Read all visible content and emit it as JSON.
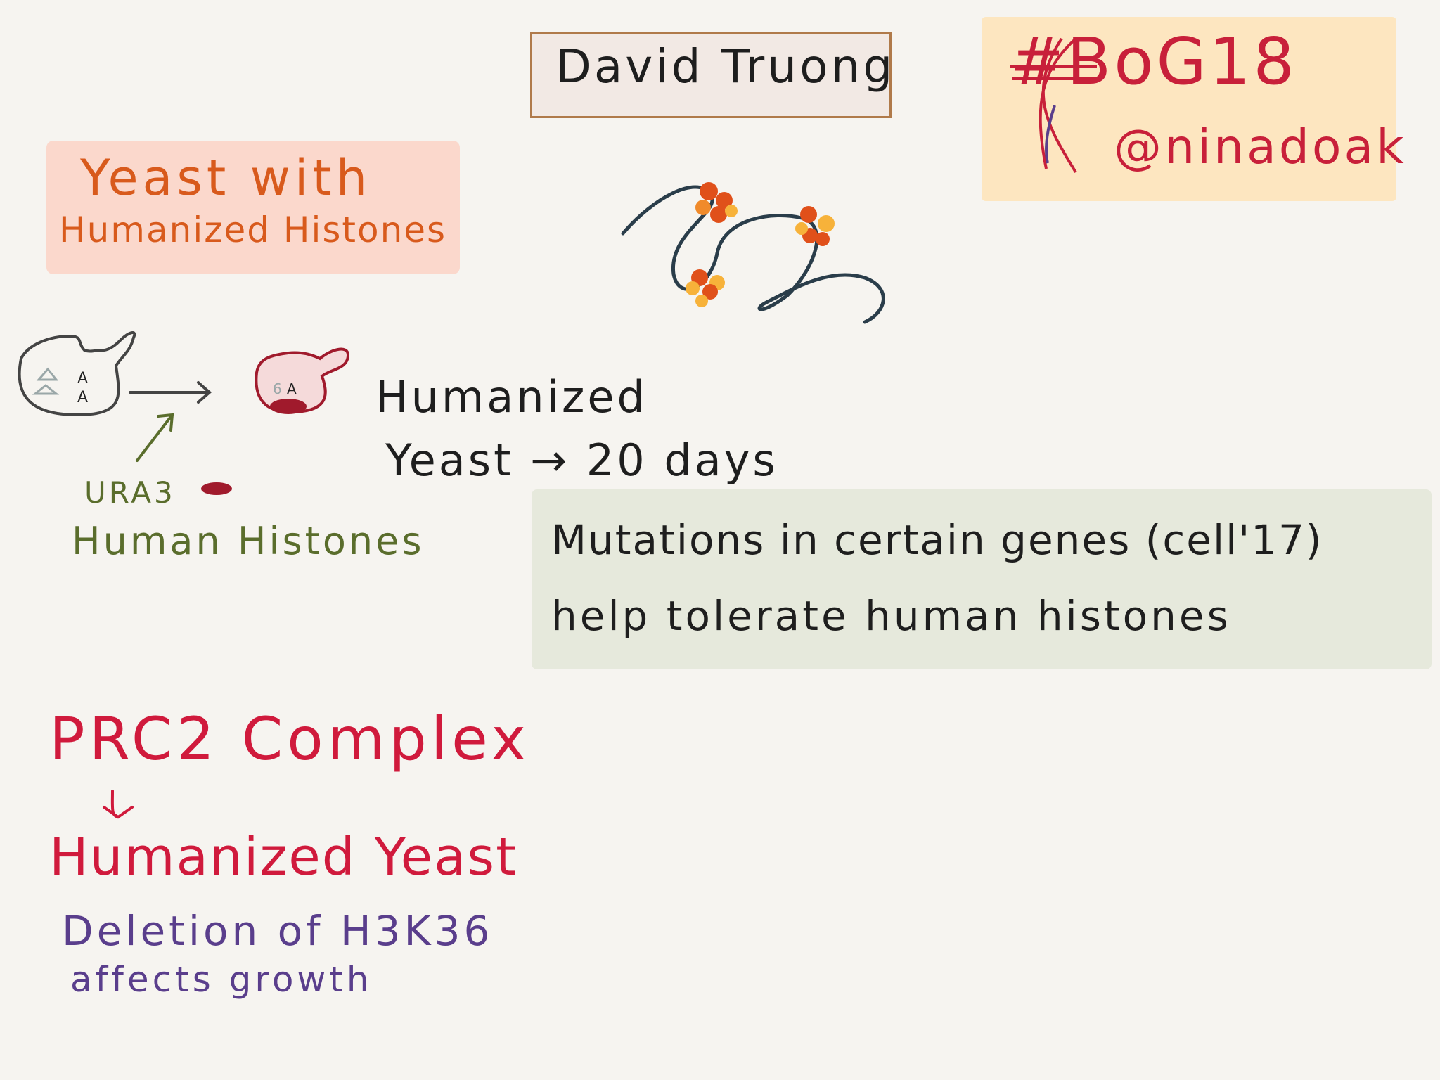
{
  "speaker": {
    "name": "David Truong"
  },
  "tag": {
    "hashtag": "#BoG18",
    "handle": "@ninadoak"
  },
  "topic": {
    "line1": "Yeast with",
    "line2": "Humanized Histones"
  },
  "diagram": {
    "ura3_label": "URA3",
    "human_histones_label": "Human Histones",
    "result_line1": "Humanized",
    "result_line2": "Yeast → 20 days"
  },
  "finding": {
    "line1": "Mutations in certain genes (cell'17)",
    "line2": "help tolerate human histones"
  },
  "prc2": {
    "heading": "PRC2 Complex",
    "target": "Humanized Yeast",
    "note_line1": "Deletion of H3K36",
    "note_line2": "affects growth"
  },
  "colors": {
    "title_border": "#b07a4a",
    "title_fill": "#f2e9e4",
    "tag_fill": "#fde6c0",
    "tag_text": "#c8203a",
    "topic_fill": "#fbd8cc",
    "topic_text": "#d85a1c",
    "green_fill": "#e6e9dc",
    "ink": "#1e1e1e",
    "olive": "#5a6d2c",
    "red": "#d01a3c",
    "purple": "#5a3e8c",
    "dna": "#2a3d4a",
    "nucleosome_orange": "#e0501a",
    "nucleosome_yellow": "#f7b23a"
  }
}
